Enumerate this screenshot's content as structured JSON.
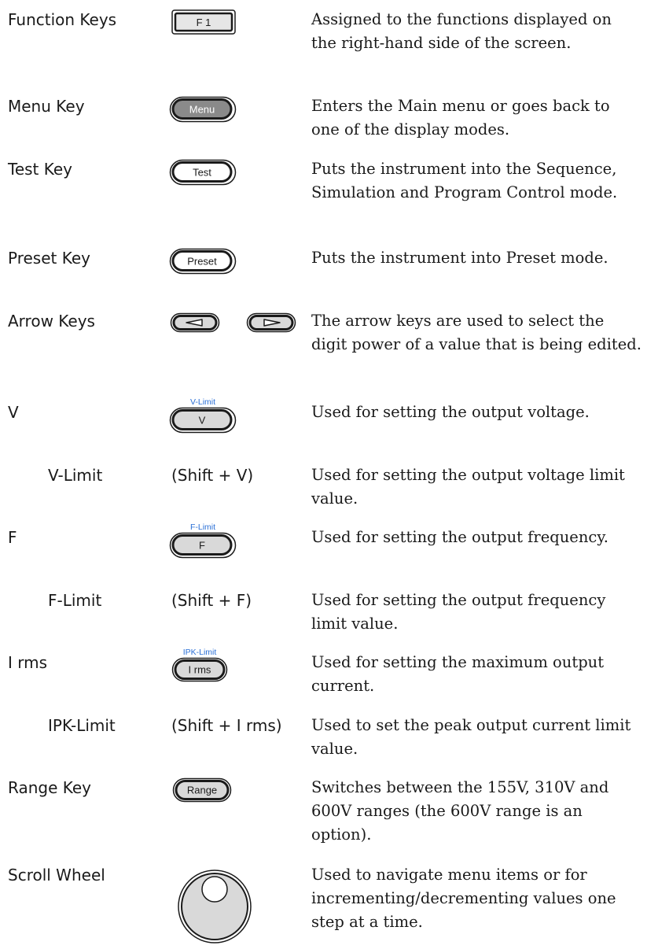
{
  "rows": [
    {
      "label": "Function Keys",
      "key": "F 1",
      "desc": "Assigned to the functions displayed on the right-hand side of the screen."
    },
    {
      "label": "Menu Key",
      "key": "Menu",
      "desc": "Enters the Main menu or goes back to one of the display modes."
    },
    {
      "label": "Test Key",
      "key": "Test",
      "desc": "Puts the instrument into the Sequence, Simulation and Program Control mode."
    },
    {
      "label": "Preset Key",
      "key": "Preset",
      "desc": "Puts the instrument into Preset mode."
    },
    {
      "label": "Arrow Keys",
      "desc": "The arrow keys are used to select the digit power of a value that is being edited."
    },
    {
      "label": "V",
      "key": "V",
      "shift_label": "V-Limit",
      "desc": "Used for setting the output voltage."
    },
    {
      "label": "V-Limit",
      "shift": "(Shift + V)",
      "desc": "Used for setting the output voltage limit value."
    },
    {
      "label": "F",
      "key": "F",
      "shift_label": "F-Limit",
      "desc": "Used for setting the output frequency."
    },
    {
      "label": "F-Limit",
      "shift": "(Shift + F)",
      "desc": "Used for setting the output frequency limit value."
    },
    {
      "label": "I rms",
      "key": "I rms",
      "shift_label": "IPK-Limit",
      "desc": "Used for setting the maximum output current."
    },
    {
      "label": "IPK-Limit",
      "shift": "(Shift + I rms)",
      "desc": "Used to set the peak output current limit value."
    },
    {
      "label": "Range Key",
      "key": "Range",
      "desc": "Switches between the 155V, 310V and 600V ranges (the 600V range is an option)."
    },
    {
      "label": "Scroll Wheel",
      "desc": "Used to navigate menu items or for incrementing/decrementing values one step at a time."
    }
  ],
  "colors": {
    "text": "#1a1a1a",
    "shift_label": "#2a6fd6",
    "menu_key_fill": "#8a8a8a",
    "key_fill": "#d9d9d9"
  }
}
